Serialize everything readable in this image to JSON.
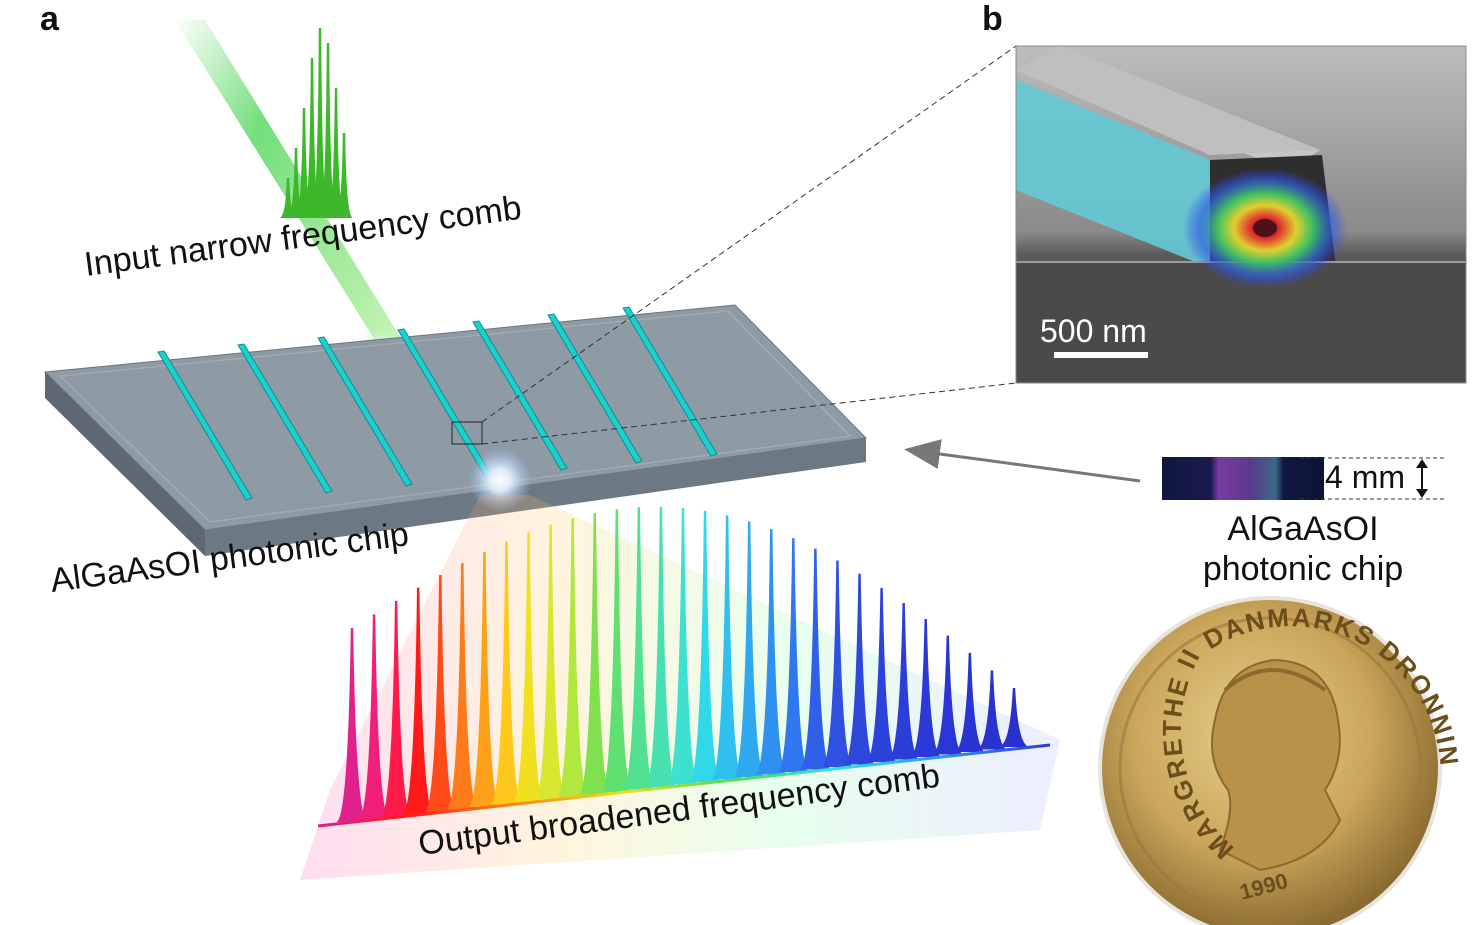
{
  "panels": {
    "a": {
      "label": "a",
      "input_caption": "Input narrow frequency comb",
      "chip_caption": "AlGaAsOI photonic chip",
      "output_caption": "Output broadened frequency comb"
    },
    "b": {
      "label": "b",
      "scale_bar": "500 nm",
      "chip_width": "4 mm",
      "chip_caption_line1": "AlGaAsOI",
      "chip_caption_line2": "photonic chip",
      "coin_text_left": "MARGRETHE II",
      "coin_text_right": "DANMARKS DRONNING",
      "coin_year": "1990"
    }
  },
  "colors": {
    "waveguide": "#1ecfcf",
    "chip_top": "#8e9aa4",
    "input_comb": "#3cb82a",
    "coin_gold": "#c9a55a"
  },
  "icons": [
    "input-beam",
    "sem-image",
    "coin-photo",
    "pointer-arrow"
  ]
}
